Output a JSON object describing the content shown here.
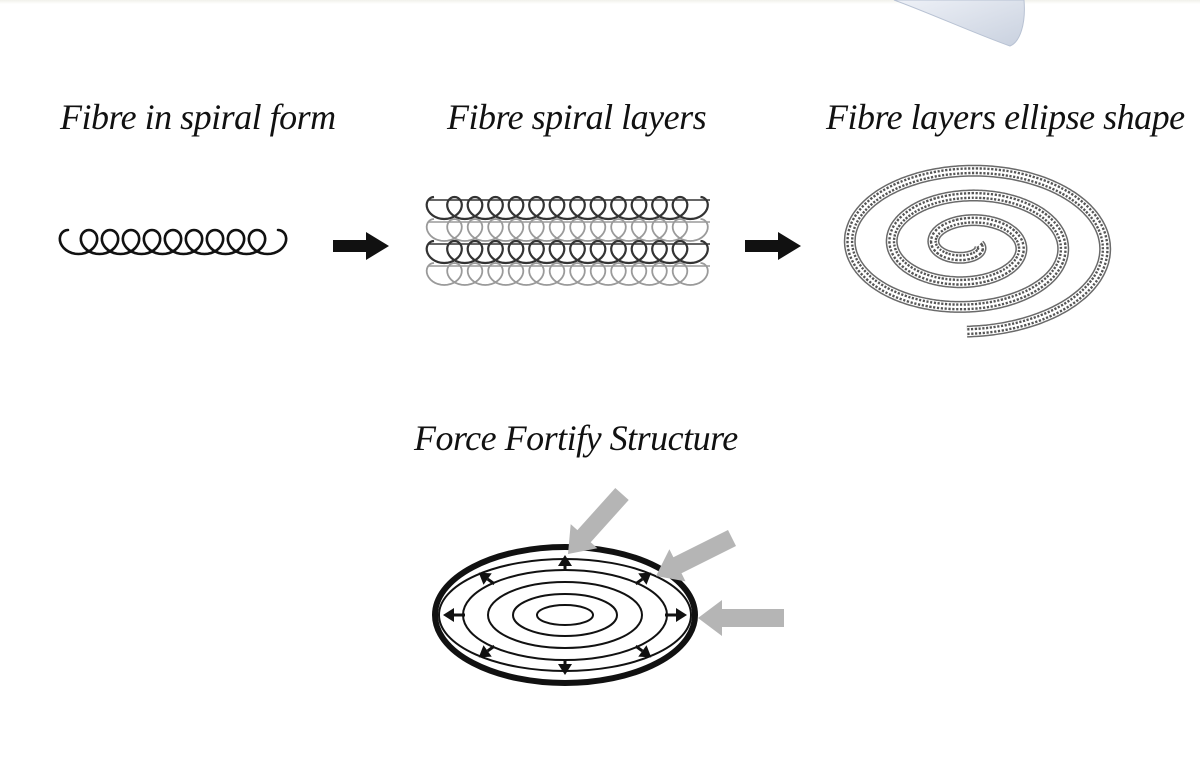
{
  "stages": [
    {
      "title": "Fibre in spiral form"
    },
    {
      "title": "Fibre spiral layers"
    },
    {
      "title": "Fibre layers ellipse shape"
    }
  ],
  "result": {
    "title": "Force Fortify Structure"
  },
  "colors": {
    "ink": "#111111",
    "layer_dark": "#333333",
    "layer_light": "#9a9a9a",
    "force_arrow": "#b5b5b5",
    "corner_shape": "#dde3ee"
  },
  "icons": [
    "spiral-coil-icon",
    "arrow-right-icon",
    "ellipse-spiral-icon",
    "outward-arrow-icon",
    "force-arrow-icon"
  ]
}
